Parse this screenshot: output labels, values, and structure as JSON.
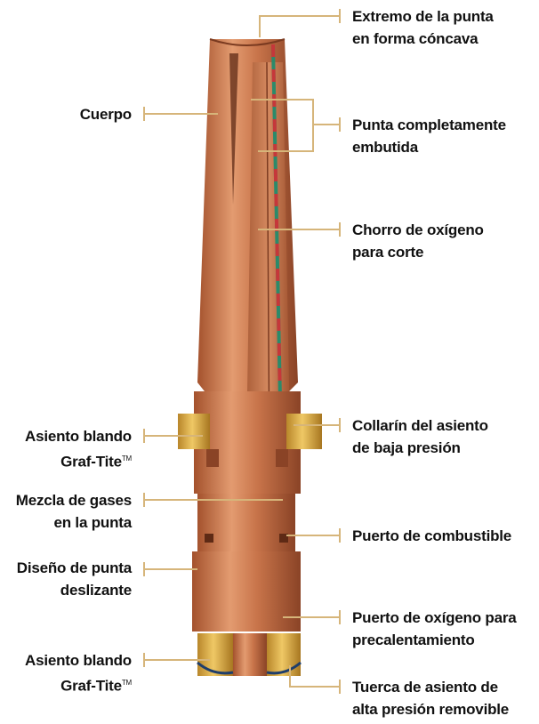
{
  "colors": {
    "copper": "#c8744a",
    "copper_light": "#e8a57c",
    "copper_dark": "#8a4326",
    "brass": "#d8a63a",
    "leader": "#d6b57a",
    "red_wire": "#c6373a",
    "green_wire": "#2c8a6a"
  },
  "labels": {
    "cuerpo": "Cuerpo",
    "extremo": [
      "Extremo de la punta",
      "en forma cóncava"
    ],
    "punta": [
      "Punta completamente",
      "embutida"
    ],
    "chorro": [
      "Chorro de oxígeno",
      "para corte"
    ],
    "asiento_blando_1": [
      "Asiento blando",
      "Graf-Tite"
    ],
    "collarin": [
      "Collarín del asiento",
      "de baja presión"
    ],
    "mezcla": [
      "Mezcla de gases",
      "en la punta"
    ],
    "combustible": "Puerto de combustible",
    "diseno": [
      "Diseño de punta",
      "deslizante"
    ],
    "oxigeno": [
      "Puerto de oxígeno para",
      "precalentamiento"
    ],
    "asiento_blando_2": [
      "Asiento blando",
      "Graf-Tite"
    ],
    "tuerca": [
      "Tuerca de asiento de",
      "alta presión removible"
    ],
    "trademark": "TM"
  },
  "icons": {
    "diagram": "cutting-tip-cross-section"
  }
}
